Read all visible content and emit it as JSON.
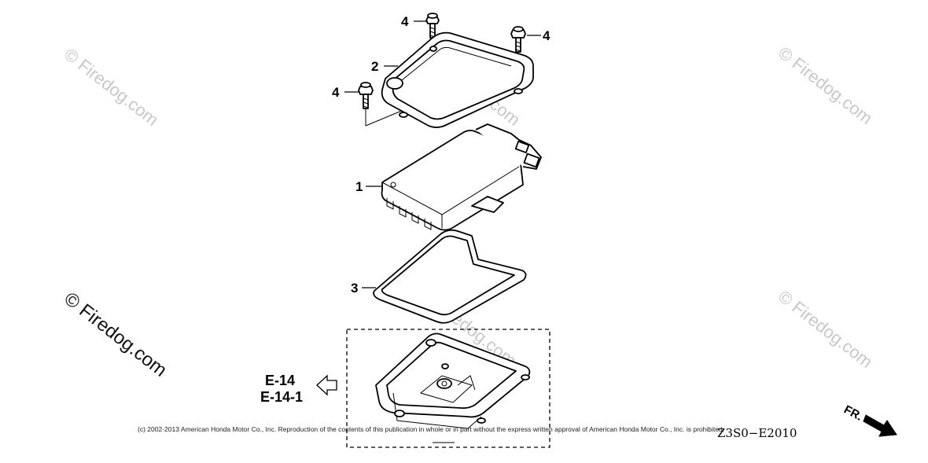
{
  "watermark": {
    "text": "© Firedog.com"
  },
  "callouts": {
    "bolt_top": "4",
    "bolt_right": "4",
    "bolt_left": "4",
    "cover": "2",
    "module": "1",
    "gasket": "3"
  },
  "reference": {
    "line1": "E-14",
    "line2": "E-14-1"
  },
  "copyright": "(c) 2002-2013 American Honda Motor Co., Inc. Reproduction of the contents of this publication in whole or in part without the express written approval of American Honda Motor Co., Inc. is prohibited.",
  "diagram_code": "Z3S0−E2010",
  "direction_label": "FR.",
  "colors": {
    "line": "#000000",
    "watermark": "#c8c8c8",
    "background": "#ffffff"
  }
}
